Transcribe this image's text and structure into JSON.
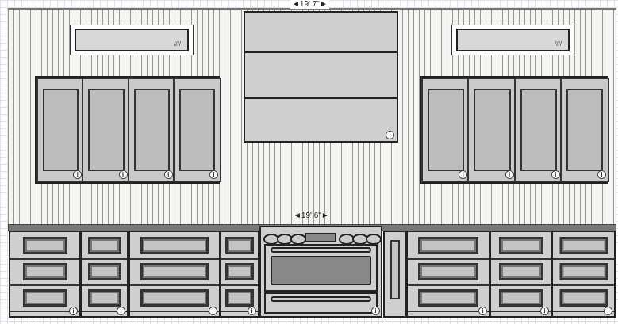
{
  "dimensions": {
    "wall_width": "19' 7\"",
    "base_width": "19' 6\""
  },
  "info_symbol": "i",
  "hatch": "////",
  "colors": {
    "cabinet": "#cfcfcf",
    "outline": "#222222",
    "counter": "#777777",
    "glass": "#d8d8d8"
  },
  "upper_left_doors": 4,
  "upper_right_doors": 4,
  "hood_sections": 3,
  "base_left_rows": 3,
  "base_right_rows": 3
}
